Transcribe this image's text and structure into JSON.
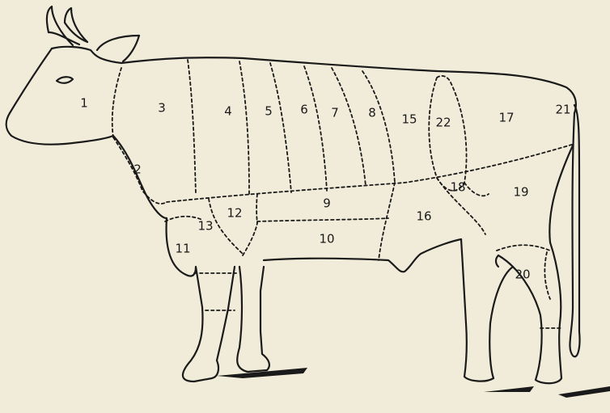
{
  "cut_labels": [
    "1",
    "2",
    "3",
    "4",
    "5",
    "6",
    "7",
    "8",
    "9",
    "10",
    "11",
    "12",
    "13",
    "15",
    "16",
    "17",
    "18",
    "19",
    "20",
    "21",
    "22"
  ],
  "colors": {
    "background": "#f1ecd9",
    "ink": "#1a1a1a"
  }
}
